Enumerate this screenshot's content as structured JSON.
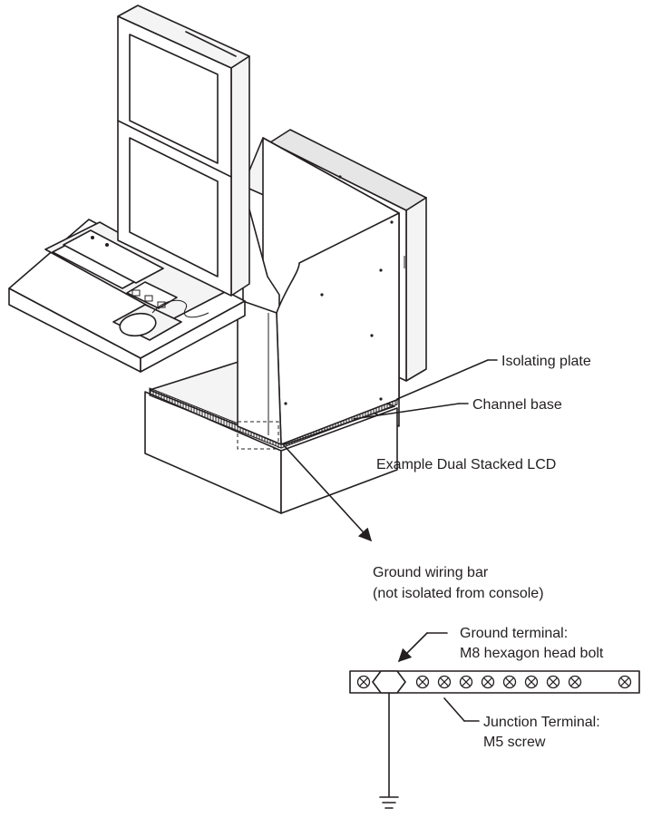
{
  "labels": {
    "isolating_plate": "Isolating plate",
    "channel_base": "Channel base",
    "example": "Example Dual Stacked LCD",
    "ground_bar_1": "Ground wiring bar",
    "ground_bar_2": "(not isolated from console)",
    "ground_terminal_1": "Ground terminal:",
    "ground_terminal_2": "M8 hexagon head bolt",
    "junction_terminal_1": "Junction Terminal:",
    "junction_terminal_2": "M5 screw"
  },
  "terminal_bar": {
    "screw_symbol": "⊗",
    "screw_count": 10
  },
  "colors": {
    "line": "#231f20",
    "background": "#ffffff"
  }
}
